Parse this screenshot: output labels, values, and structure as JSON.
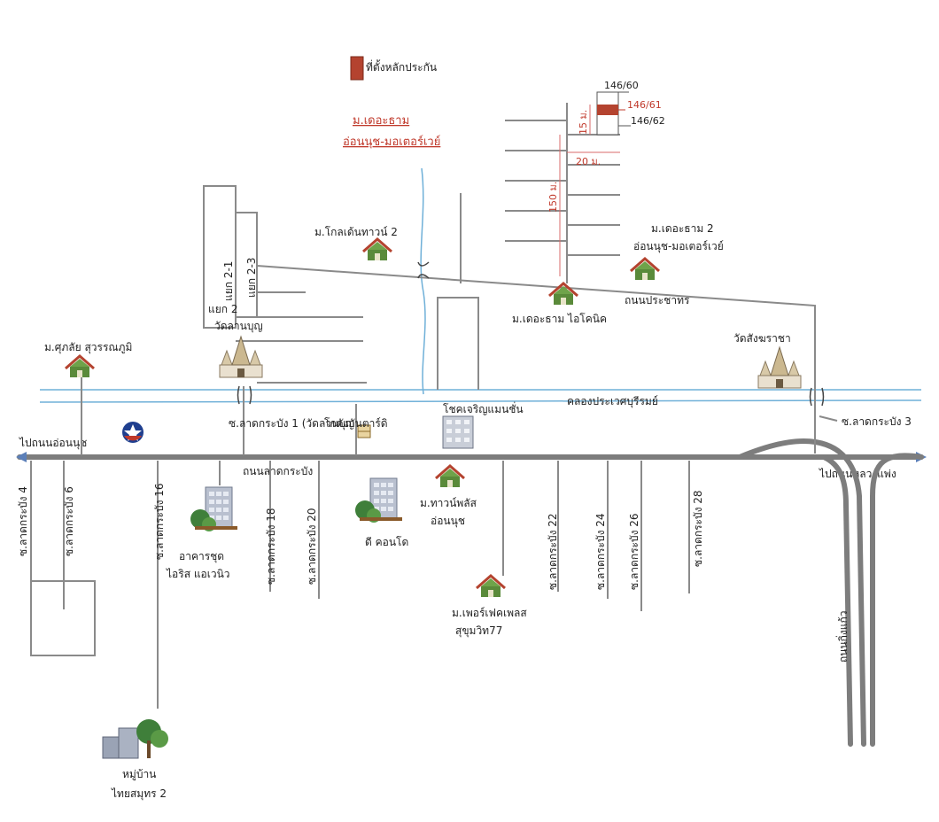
{
  "legend": {
    "label": "ที่ตั้งหลักประกัน",
    "marker_color": "#c0392b"
  },
  "title": {
    "line1": "ม.เดอะธาม",
    "line2": "อ่อนนุช-มอเตอร์เวย์"
  },
  "plots": {
    "top": "146/60",
    "highlight": "146/61",
    "bottom": "146/62"
  },
  "dimensions": {
    "d15": "15 ม.",
    "d20": "20 ม.",
    "d150": "150 ม."
  },
  "roads": {
    "main": "ถนนลาดกระบัง",
    "prachathorn": "ถนนประชาทร",
    "kingkaew": "ถนนกิ่งแก้ว",
    "to_onnut": "ไปถนนอ่อนนุช",
    "to_luangphaeng": "ไปถนนหลวงแพ่ง",
    "canal": "คลองประเวศบุรีรมย์",
    "soi1": "ซ.ลาดกระบัง 1 (วัดลานบุญ)",
    "soi3": "ซ.ลาดกระบัง 3",
    "yaek2": "แยก 2",
    "yaek21": "แยก 2-1",
    "yaek23": "แยก 2-3"
  },
  "sois": [
    "ซ.ลาดกระบัง 4",
    "ซ.ลาดกระบัง 6",
    "ซ.ลาดกระบัง 16",
    "ซ.ลาดกระบัง 18",
    "ซ.ลาดกระบัง 20",
    "ซ.ลาดกระบัง 22",
    "ซ.ลาดกระบัง 24",
    "ซ.ลาดกระบัง 26",
    "ซ.ลาดกระบัง 28"
  ],
  "landmarks": {
    "golden_town": "ม.โกลเด้นทาวน์ 2",
    "the_tham2_a": "ม.เดอะธาม 2",
    "the_tham2_b": "อ่อนนุช-มอเตอร์เวย์",
    "the_tham_iconic": "ม.เดอะธาม ไอโคนิค",
    "sukhlai": "ม.ศุภลัย สุวรรณภูมิ",
    "wat_lanboon": "วัดลานบุญ",
    "wat_sangkharacha": "วัดสังฆราชา",
    "warehouse": "โกดังกันตาร์ดิ",
    "chokcharoen": "โชคเจริญแมนชั่น",
    "townplus_a": "ม.ทาวน์พลัส",
    "townplus_b": "อ่อนนุช",
    "iris_a": "อาคารชุด",
    "iris_b": "ไอริส แอเวนิว",
    "d_condo": "ดี คอนโด",
    "perfect_a": "ม.เพอร์เฟคเพลส",
    "perfect_b": "สุขุมวิท77",
    "thaisamut_a": "หมู่บ้าน",
    "thaisamut_b": "ไทยสมุทร 2"
  },
  "colors": {
    "road": "#8a8a8a",
    "canal": "#6fb0d8",
    "house_roof": "#b4432f",
    "house_body": "#5a8a3a",
    "highlight": "#c0392b",
    "tree": "#3f7f3a",
    "building": "#9aa3b5"
  },
  "icons": [
    "house-icon",
    "temple-icon",
    "condo-icon",
    "village-icon",
    "warehouse-icon",
    "gas-station-icon",
    "location-marker-icon"
  ]
}
